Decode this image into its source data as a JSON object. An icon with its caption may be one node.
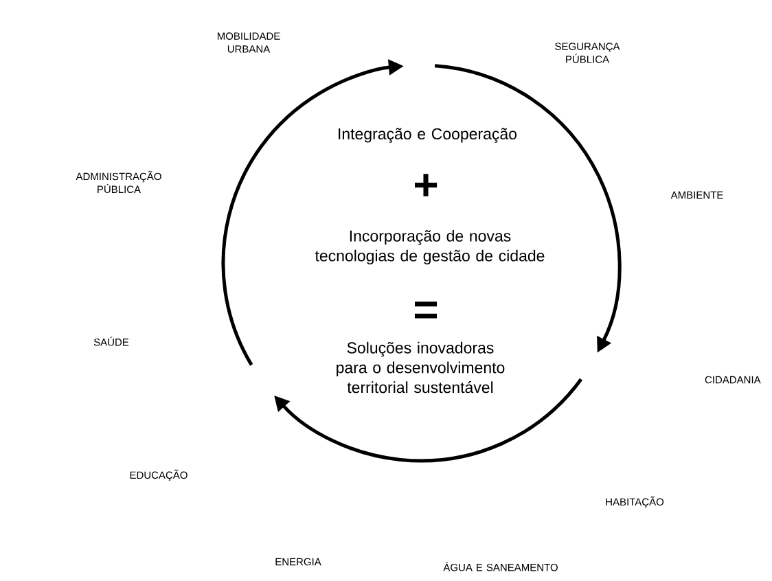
{
  "diagram": {
    "labels": [
      "MOBILIDADE URBANA",
      "SEGURANÇA PÚBLICA",
      "Integração e Cooperação",
      "ADMINISTRAÇÃO PÚBLICA",
      "AMBIENTE",
      "+",
      "Incorporação de novas tecnologias de gestão de cidade",
      "=",
      "SAÚDE",
      "Soluções inovadoras para o desenvolvimento territorial sustentável",
      "CIDADANIA",
      "EDUCAÇÃO",
      "HABITAÇÃO",
      "ENERGIA",
      "ÁGUA E SANEAMENTO"
    ]
  }
}
